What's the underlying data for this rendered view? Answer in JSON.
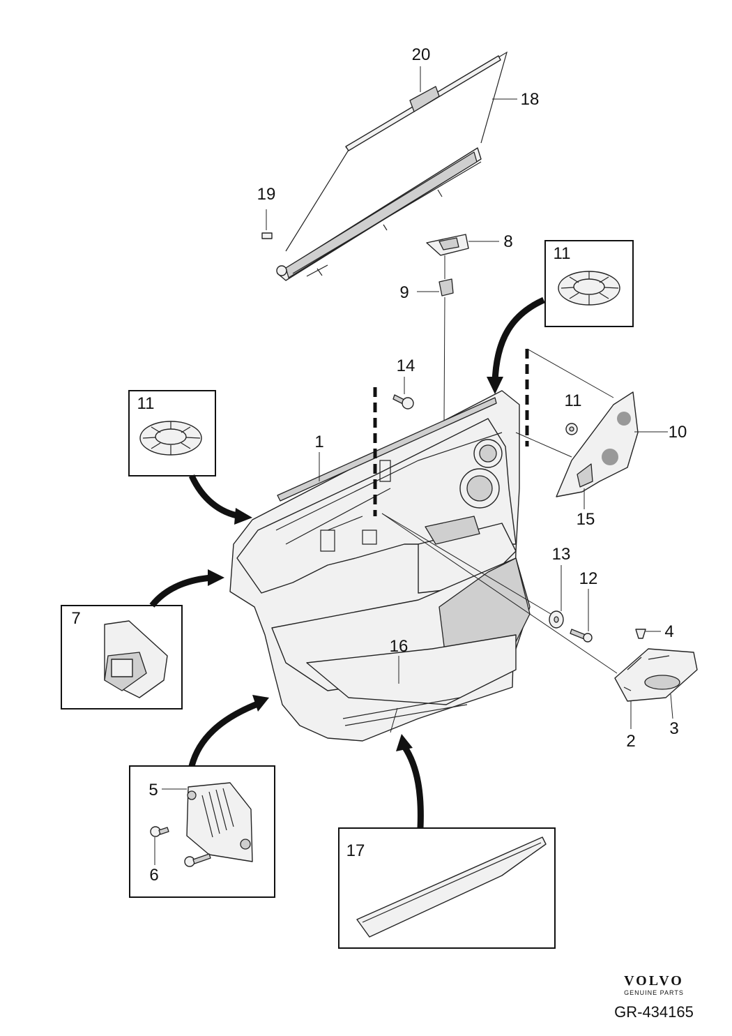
{
  "diagram": {
    "callouts": {
      "c1": "1",
      "c2": "2",
      "c3": "3",
      "c4": "4",
      "c5": "5",
      "c6": "6",
      "c7": "7",
      "c8": "8",
      "c9": "9",
      "c10": "10",
      "c11_right": "11",
      "c11_detail": "11",
      "c11_left": "11",
      "c12": "12",
      "c13": "13",
      "c14": "14",
      "c15": "15",
      "c16": "16",
      "c17": "17",
      "c18": "18",
      "c19": "19",
      "c20": "20"
    }
  },
  "footer": {
    "brand": "VOLVO",
    "brand_sub": "GENUINE PARTS",
    "code": "GR-434165"
  }
}
